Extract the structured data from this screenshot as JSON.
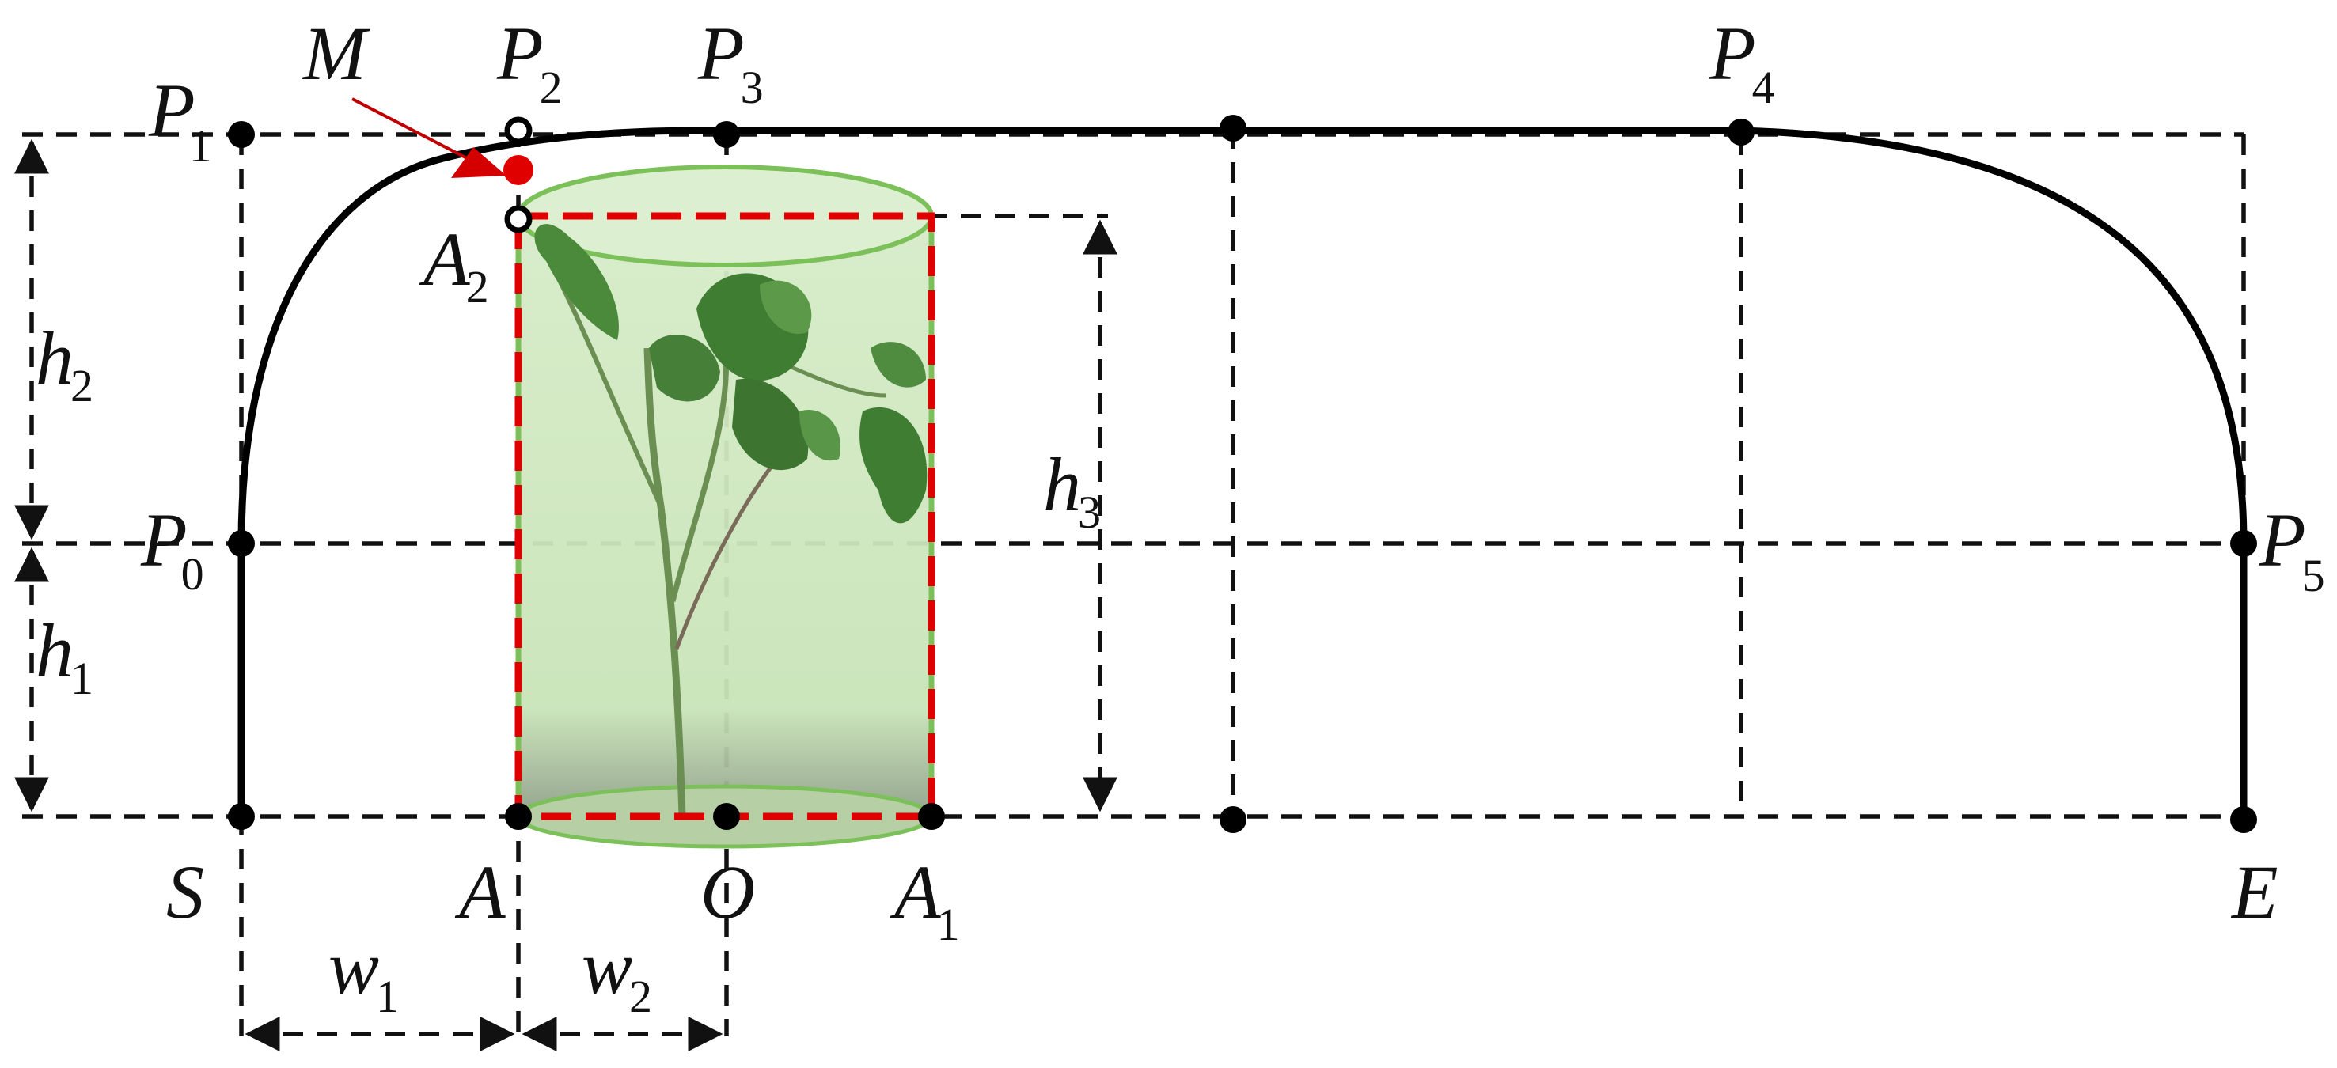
{
  "labels": {
    "M": "M",
    "P1": {
      "base": "P",
      "sub": "1"
    },
    "P2": {
      "base": "P",
      "sub": "2"
    },
    "P3": {
      "base": "P",
      "sub": "3"
    },
    "P4": {
      "base": "P",
      "sub": "4"
    },
    "P0": {
      "base": "P",
      "sub": "0"
    },
    "P5": {
      "base": "P",
      "sub": "5"
    },
    "A2": {
      "base": "A",
      "sub": "2"
    },
    "A1": {
      "base": "A",
      "sub": "1"
    },
    "A": "A",
    "S": "S",
    "O": "O",
    "E": "E",
    "h1": {
      "base": "h",
      "sub": "1"
    },
    "h2": {
      "base": "h",
      "sub": "2"
    },
    "h3": {
      "base": "h",
      "sub": "3"
    },
    "w1": {
      "base": "w",
      "sub": "1"
    },
    "w2": {
      "base": "w",
      "sub": "2"
    }
  },
  "colors": {
    "cylinder_fill": "#cfe6bf",
    "cylinder_edge": "#7cc05a",
    "highlight_red": "#e00000",
    "line": "#111111",
    "plant_leaf": "#3f7d33",
    "plant_stem": "#6b8f52"
  },
  "icons": {
    "plant": "seedling-illustration",
    "pointer": "red-arrow-icon"
  }
}
